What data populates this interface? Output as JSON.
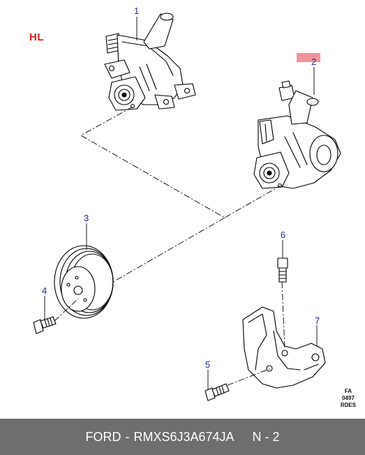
{
  "diagram": {
    "region_label": "HL",
    "code_lines": [
      "FA",
      "0497",
      "RDES"
    ],
    "callouts": [
      {
        "id": "1",
        "label": "1"
      },
      {
        "id": "2",
        "label": "2"
      },
      {
        "id": "3",
        "label": "3"
      },
      {
        "id": "4",
        "label": "4"
      },
      {
        "id": "5",
        "label": "5"
      },
      {
        "id": "6",
        "label": "6"
      },
      {
        "id": "7",
        "label": "7"
      }
    ],
    "highlight_color": "#f0949a",
    "callout_color": "#1f2a8c",
    "region_label_color": "#d21f1f"
  },
  "footer": {
    "brand": "FORD",
    "separator": "-",
    "part_number": "RMXS6J3A674JA",
    "page": "N - 2",
    "background": "#6e6e6e"
  }
}
